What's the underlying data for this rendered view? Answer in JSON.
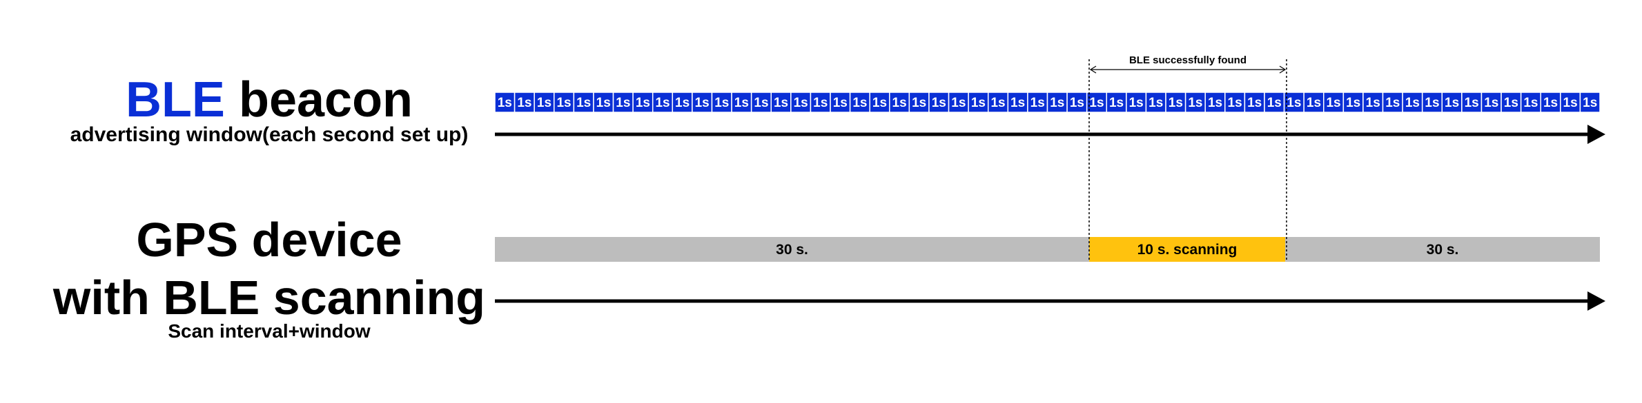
{
  "ble": {
    "title_accent": "BLE",
    "title_rest": " beacon",
    "subtitle": "advertising window(each second set up)",
    "slot_label": "1s",
    "slot_count": 56,
    "accent_color": "#0a2fd6"
  },
  "gps": {
    "title_line1": "GPS device",
    "title_line2": "with BLE scanning",
    "subtitle": "Scan interval+window",
    "segments": [
      {
        "label": "30 s.",
        "color": "#bdbdbd"
      },
      {
        "label": "10 s. scanning",
        "color": "#ffc20e"
      },
      {
        "label": "30 s.",
        "color": "#bdbdbd"
      }
    ]
  },
  "annotation": {
    "label": "BLE successfully found"
  }
}
